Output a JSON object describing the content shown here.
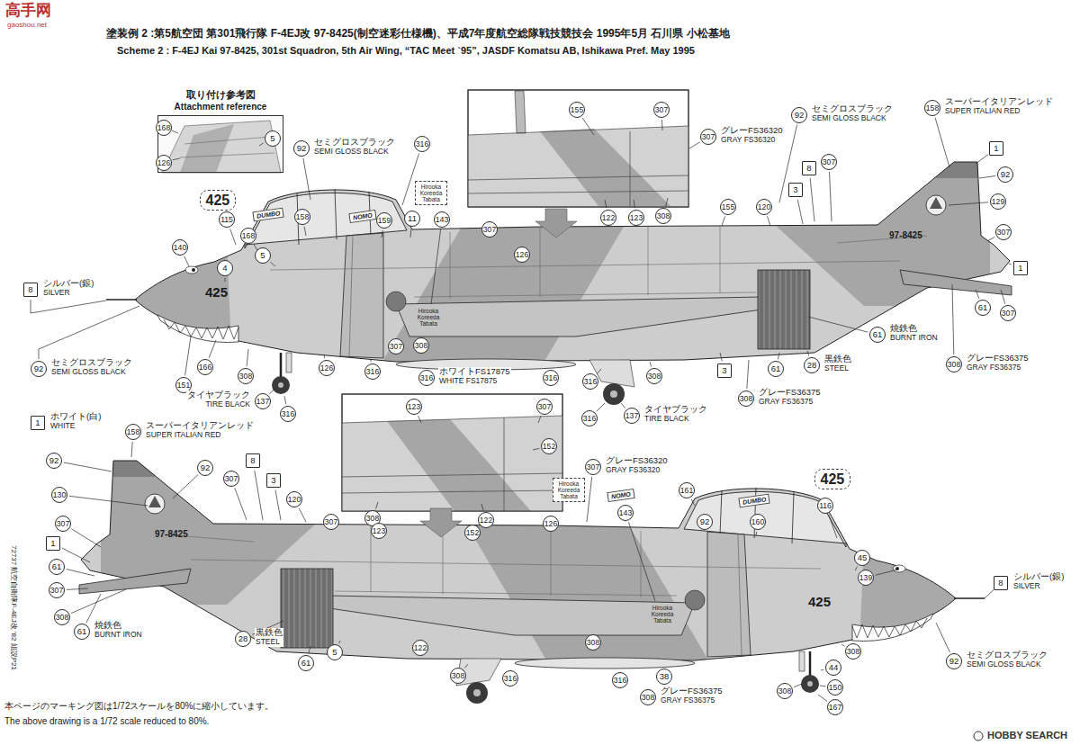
{
  "diagram": {
    "title": "塗装例 2 :第5航空団 第301飛行隊 F-4EJ改 97-8425(制空迷彩仕様機)、平成7年度航空総隊戦技競技会 1995年5月 石川県 小松基地",
    "nodes": [
      {
        "text": [
          "取り付け参考図",
          "Attachment reference"
        ]
      },
      {
        "text": [
          "168"
        ],
        "in": 0
      },
      {
        "text": [
          "126"
        ],
        "in": 0
      },
      {
        "text": [
          "5"
        ],
        "in": 0
      },
      {
        "text": [
          "425"
        ]
      },
      {
        "text": [
          "DUMBO"
        ]
      },
      {
        "text": [
          "NOMO"
        ]
      },
      {
        "text": [
          "Hirooka Koreeda Tabata"
        ]
      },
      {
        "text": [
          "92",
          "セミグロスブラック",
          "SEMI GLOSS BLACK"
        ]
      },
      {
        "text": [
          "316"
        ]
      },
      {
        "text": [
          "155"
        ]
      },
      {
        "text": [
          "307"
        ]
      },
      {
        "text": [
          "307",
          "グレーFS36320",
          "GRAY FS36320"
        ]
      },
      {
        "text": [
          "122"
        ]
      },
      {
        "text": [
          "123"
        ]
      },
      {
        "text": [
          "308"
        ]
      },
      {
        "text": [
          "92",
          "セミグロスブラック",
          "SEMI GLOSS BLACK"
        ]
      },
      {
        "text": [
          "158",
          "スーパーイタリアンレッド",
          "SUPER ITALIAN RED"
        ]
      },
      {
        "text": [
          "1"
        ]
      },
      {
        "text": [
          "92"
        ]
      },
      {
        "text": [
          "129"
        ]
      },
      {
        "text": [
          "8"
        ]
      },
      {
        "text": [
          "307"
        ]
      },
      {
        "text": [
          "3"
        ]
      },
      {
        "text": [
          "120"
        ]
      },
      {
        "text": [
          "155"
        ]
      },
      {
        "text": [
          "307"
        ]
      },
      {
        "text": [
          "1"
        ]
      },
      {
        "text": [
          "61"
        ]
      },
      {
        "text": [
          "307"
        ]
      },
      {
        "text": [
          "140"
        ]
      },
      {
        "text": [
          "4"
        ]
      },
      {
        "text": [
          "115"
        ]
      },
      {
        "text": [
          "168"
        ]
      },
      {
        "text": [
          "5"
        ]
      },
      {
        "text": [
          "158"
        ]
      },
      {
        "text": [
          "159"
        ]
      },
      {
        "text": [
          "11"
        ]
      },
      {
        "text": [
          "143"
        ]
      },
      {
        "text": [
          "307"
        ]
      },
      {
        "text": [
          "126"
        ]
      },
      {
        "text": [
          "8",
          "シルバー(銀)",
          "SILVER"
        ]
      },
      {
        "text": [
          "92",
          "セミグロスブラック",
          "SEMI GLOSS BLACK"
        ]
      },
      {
        "text": [
          "151"
        ]
      },
      {
        "text": [
          "166"
        ]
      },
      {
        "text": [
          "308"
        ]
      },
      {
        "text": [
          "137",
          "タイヤブラック",
          "TIRE BLACK"
        ]
      },
      {
        "text": [
          "316"
        ]
      },
      {
        "text": [
          "126"
        ]
      },
      {
        "text": [
          "316"
        ]
      },
      {
        "text": [
          "307"
        ]
      },
      {
        "text": [
          "308"
        ]
      },
      {
        "text": [
          "316",
          "ホワイトFS17875",
          "WHITE FS17875"
        ]
      },
      {
        "text": [
          "316"
        ]
      },
      {
        "text": [
          "316"
        ]
      },
      {
        "text": [
          "316"
        ]
      },
      {
        "text": [
          "137",
          "タイヤブラック",
          "TIRE BLACK"
        ]
      },
      {
        "text": [
          "308"
        ]
      },
      {
        "text": [
          "3"
        ]
      },
      {
        "text": [
          "308",
          "グレーFS36375",
          "GRAY FS36375"
        ]
      },
      {
        "text": [
          "61"
        ]
      },
      {
        "text": [
          "28",
          "黒鉄色",
          "STEEL"
        ]
      },
      {
        "text": [
          "61",
          "焼鉄色",
          "BURNT IRON"
        ]
      },
      {
        "text": [
          "308",
          "グレーFS36375",
          "GRAY FS36375"
        ]
      },
      {
        "text": [
          "123"
        ]
      },
      {
        "text": [
          "307"
        ]
      },
      {
        "text": [
          "152"
        ]
      },
      {
        "text": [
          "122"
        ]
      },
      {
        "text": [
          "308"
        ]
      },
      {
        "text": [
          "1",
          "ホワイト(白)",
          "WHITE"
        ]
      },
      {
        "text": [
          "158",
          "スーパーイタリアンレッド",
          "SUPER ITALIAN RED"
        ]
      },
      {
        "text": [
          "92"
        ]
      },
      {
        "text": [
          "92"
        ]
      },
      {
        "text": [
          "8"
        ]
      },
      {
        "text": [
          "307"
        ]
      },
      {
        "text": [
          "3"
        ]
      },
      {
        "text": [
          "120"
        ]
      },
      {
        "text": [
          "130"
        ]
      },
      {
        "text": [
          "307",
          "グレーFS36320",
          "GRAY FS36320"
        ]
      },
      {
        "text": [
          "Hirooka Koreeda Tabata"
        ]
      },
      {
        "text": [
          "NOMO"
        ]
      },
      {
        "text": [
          "DUMBO"
        ]
      },
      {
        "text": [
          "425"
        ]
      },
      {
        "text": [
          "307"
        ]
      },
      {
        "text": [
          "123"
        ]
      },
      {
        "text": [
          "152"
        ]
      },
      {
        "text": [
          "126"
        ]
      },
      {
        "text": [
          "143"
        ]
      },
      {
        "text": [
          "161"
        ]
      },
      {
        "text": [
          "92"
        ]
      },
      {
        "text": [
          "160"
        ]
      },
      {
        "text": [
          "116"
        ]
      },
      {
        "text": [
          "307"
        ]
      },
      {
        "text": [
          "1"
        ]
      },
      {
        "text": [
          "61"
        ]
      },
      {
        "text": [
          "307"
        ]
      },
      {
        "text": [
          "308"
        ]
      },
      {
        "text": [
          "45"
        ]
      },
      {
        "text": [
          "139"
        ]
      },
      {
        "text": [
          "8",
          "シルバー(銀)",
          "SILVER"
        ]
      },
      {
        "text": [
          "92",
          "セミグロスブラック",
          "SEMI GLOSS BLACK"
        ]
      },
      {
        "text": [
          "61",
          "焼鉄色",
          "BURNT IRON"
        ]
      },
      {
        "text": [
          "28",
          "黒鉄色",
          "STEEL"
        ]
      },
      {
        "text": [
          "61"
        ]
      },
      {
        "text": [
          "5"
        ]
      },
      {
        "text": [
          "122"
        ]
      },
      {
        "text": [
          "308"
        ]
      },
      {
        "text": [
          "316"
        ]
      },
      {
        "text": [
          "308"
        ]
      },
      {
        "text": [
          "316"
        ]
      },
      {
        "text": [
          "38"
        ]
      },
      {
        "text": [
          "308",
          "グレーFS36375",
          "GRAY FS36375"
        ]
      },
      {
        "text": [
          "308"
        ]
      },
      {
        "text": [
          "308"
        ]
      },
      {
        "text": [
          "44"
        ]
      },
      {
        "text": [
          "150"
        ]
      },
      {
        "text": [
          "167"
        ]
      }
    ],
    "labels": [
      "Scheme 2 : F-4EJ Kai 97-8425, 301st Squadron, 5th Air Wing, “TAC Meet `95”, JASDF Komatsu AB, Ishikawa Pref. May 1995",
      "425",
      "97-8425",
      "Hirooka Koreeda Tabata",
      "425",
      "97-8425",
      "Hirooka Koreeda Tabata",
      "本ページのマーキング図は1/72スケールを80%に縮小しています。",
      "The above drawing is a 1/72 scale reduced to 80%.",
      "72737 航空自衛隊F-4EJ改 '82 組説P21",
      "高手网",
      "gaoshou.net",
      "HOBBY SEARCH"
    ]
  }
}
